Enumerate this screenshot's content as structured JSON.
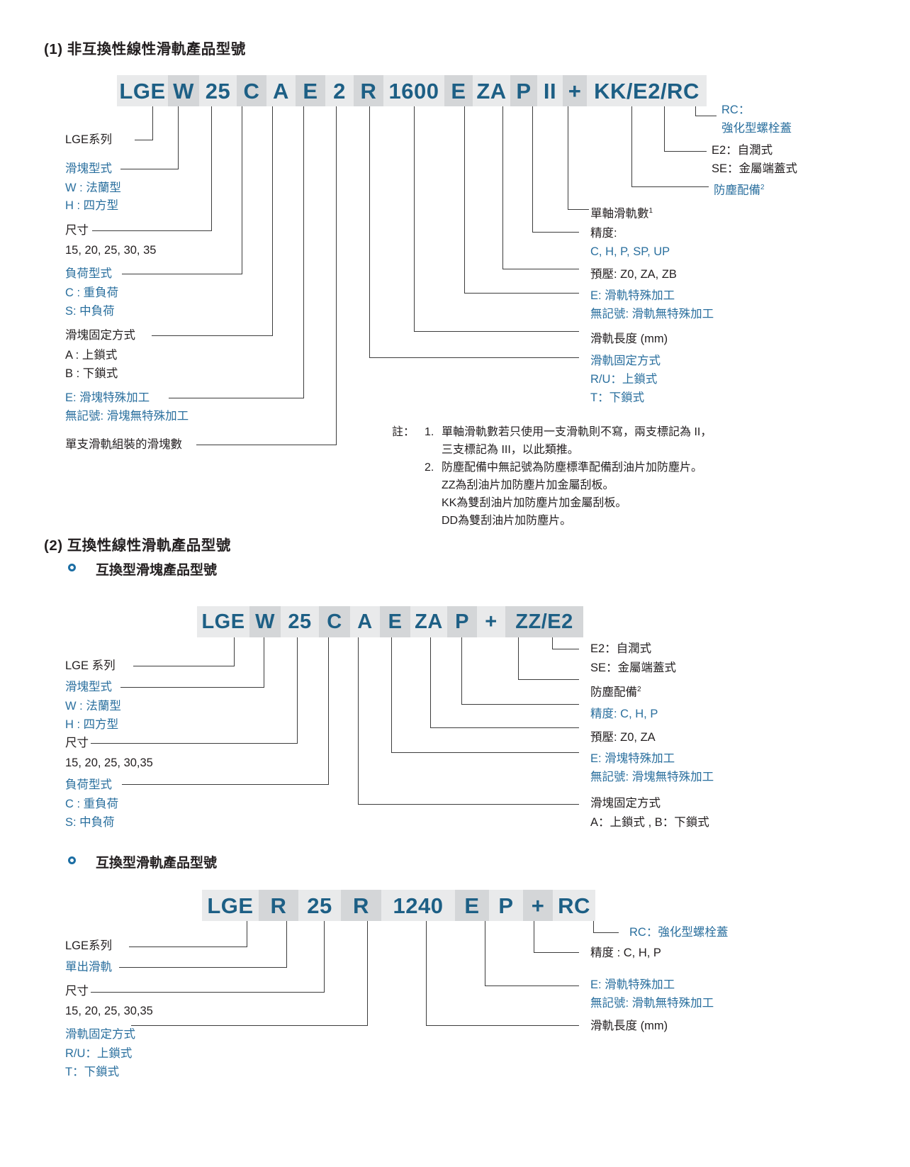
{
  "sections": {
    "s1_title": "(1) 非互換性線性滑軌產品型號",
    "s2_title": "(2) 互換性線性滑軌產品型號",
    "s2_sub1": "互換型滑塊產品型號",
    "s2_sub2": "互換型滑軌產品型號"
  },
  "colors": {
    "code_text": "#1d5f85",
    "cell_light": "#e9eaeb",
    "cell_dark": "#d4d6d8",
    "blue_label": "#2a6f9e",
    "black_label": "#231f20",
    "bullet": "#1c6ea4"
  },
  "diagram1": {
    "code": [
      "LGE",
      "W",
      "25",
      "C",
      "A",
      "E",
      "2",
      "R",
      "1600",
      "E",
      "ZA",
      "P",
      "II",
      "+",
      "KK/E2/RC"
    ],
    "left_labels": [
      {
        "text": "LGE系列",
        "color": "black"
      },
      {
        "text": "滑塊型式",
        "color": "blue"
      },
      {
        "text": "W : 法蘭型",
        "color": "blue"
      },
      {
        "text": "H : 四方型",
        "color": "blue"
      },
      {
        "text": "尺寸",
        "color": "black"
      },
      {
        "text": "15, 20, 25, 30, 35",
        "color": "black"
      },
      {
        "text": "負荷型式",
        "color": "blue"
      },
      {
        "text": "C : 重負荷",
        "color": "blue"
      },
      {
        "text": "S: 中負荷",
        "color": "blue"
      },
      {
        "text": "滑塊固定方式",
        "color": "black"
      },
      {
        "text": "A : 上鎖式",
        "color": "black"
      },
      {
        "text": "B : 下鎖式",
        "color": "black"
      },
      {
        "text": "E: 滑塊特殊加工",
        "color": "blue"
      },
      {
        "text": "無記號: 滑塊無特殊加工",
        "color": "blue"
      },
      {
        "text": "單支滑軌組裝的滑塊數",
        "color": "black"
      }
    ],
    "right_labels": [
      {
        "text": "RC：",
        "color": "blue"
      },
      {
        "text": "強化型螺栓蓋",
        "color": "blue"
      },
      {
        "text": "E2：自潤式",
        "color": "black"
      },
      {
        "text": "SE：金屬端蓋式",
        "color": "black"
      },
      {
        "text": "防塵配備",
        "sup": "2",
        "color": "blue"
      },
      {
        "text": "單軸滑軌數",
        "sup": "1",
        "color": "black"
      },
      {
        "text": "精度:",
        "color": "black"
      },
      {
        "text": "C, H, P, SP, UP",
        "color": "blue"
      },
      {
        "text": "預壓: Z0, ZA, ZB",
        "color": "black"
      },
      {
        "text": "E: 滑軌特殊加工",
        "color": "blue"
      },
      {
        "text": "無記號: 滑軌無特殊加工",
        "color": "blue"
      },
      {
        "text": "滑軌長度 (mm)",
        "color": "black"
      },
      {
        "text": "滑軌固定方式",
        "color": "blue"
      },
      {
        "text": "R/U：上鎖式",
        "color": "blue"
      },
      {
        "text": "T：下鎖式",
        "color": "blue"
      }
    ],
    "notes": {
      "label": "註：",
      "items": [
        {
          "num": "1.",
          "lines": [
            "單軸滑軌數若只使用一支滑軌則不寫，兩支標記為 II，",
            "三支標記為 III，以此類推。"
          ]
        },
        {
          "num": "2.",
          "lines": [
            "防塵配備中無記號為防塵標準配備刮油片加防塵片。",
            "ZZ為刮油片加防塵片加金屬刮板。",
            "KK為雙刮油片加防塵片加金屬刮板。",
            "DD為雙刮油片加防塵片。"
          ]
        }
      ]
    }
  },
  "diagram2": {
    "code": [
      "LGE",
      "W",
      "25",
      "C",
      "A",
      "E",
      "ZA",
      "P",
      "+",
      "ZZ/E2"
    ],
    "left_labels": [
      {
        "text": "LGE 系列",
        "color": "black"
      },
      {
        "text": "滑塊型式",
        "color": "blue"
      },
      {
        "text": "W : 法蘭型",
        "color": "blue"
      },
      {
        "text": "H : 四方型",
        "color": "blue"
      },
      {
        "text": "尺寸",
        "color": "black"
      },
      {
        "text": "15, 20, 25, 30,35",
        "color": "black"
      },
      {
        "text": "負荷型式",
        "color": "blue"
      },
      {
        "text": "C : 重負荷",
        "color": "blue"
      },
      {
        "text": "S: 中負荷",
        "color": "blue"
      }
    ],
    "right_labels": [
      {
        "text": "E2：自潤式",
        "color": "black"
      },
      {
        "text": "SE：金屬端蓋式",
        "color": "black"
      },
      {
        "text": "防塵配備",
        "sup": "2",
        "color": "black"
      },
      {
        "text": "精度: C, H, P",
        "color": "blue"
      },
      {
        "text": "預壓: Z0, ZA",
        "color": "black"
      },
      {
        "text": "E: 滑塊特殊加工",
        "color": "blue"
      },
      {
        "text": "無記號: 滑塊無特殊加工",
        "color": "blue"
      },
      {
        "text": "滑塊固定方式",
        "color": "black"
      },
      {
        "text": "A：上鎖式 ,     B：下鎖式",
        "color": "black"
      }
    ]
  },
  "diagram3": {
    "code": [
      "LGE",
      "R",
      "25",
      "R",
      "1240",
      "E",
      "P",
      "+",
      "RC"
    ],
    "left_labels": [
      {
        "text": "LGE系列",
        "color": "black"
      },
      {
        "text": "單出滑軌",
        "color": "blue"
      },
      {
        "text": "尺寸",
        "color": "black"
      },
      {
        "text": "15, 20, 25, 30,35",
        "color": "black"
      },
      {
        "text": "滑軌固定方式",
        "color": "blue"
      },
      {
        "text": "R/U：上鎖式",
        "color": "blue"
      },
      {
        "text": "T：下鎖式",
        "color": "blue"
      }
    ],
    "right_labels": [
      {
        "text": "RC：強化型螺栓蓋",
        "color": "blue"
      },
      {
        "text": "精度 : C, H, P",
        "color": "black"
      },
      {
        "text": "E: 滑軌特殊加工",
        "color": "blue"
      },
      {
        "text": "無記號: 滑軌無特殊加工",
        "color": "blue"
      },
      {
        "text": "滑軌長度 (mm)",
        "color": "black"
      }
    ]
  }
}
